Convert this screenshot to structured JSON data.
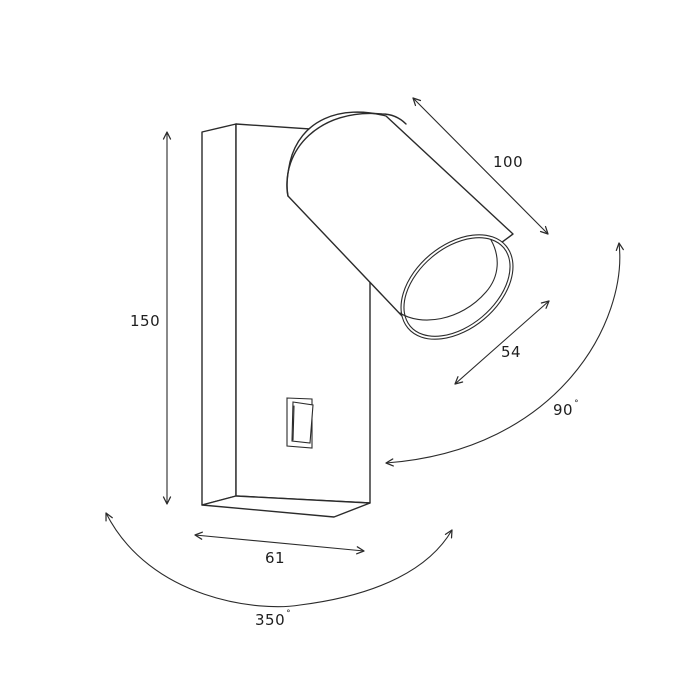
{
  "figure": {
    "subject": "wall spotlight with switch – dimension drawing",
    "units": "mm",
    "line_color": "#2b2b2b",
    "background": "#ffffff"
  },
  "dimensions": {
    "height": {
      "label": "150",
      "value": 150
    },
    "width": {
      "label": "61",
      "value": 61
    },
    "head_length": {
      "label": "100",
      "value": 100
    },
    "head_diameter": {
      "label": "54",
      "value": 54
    }
  },
  "rotations": {
    "tilt": {
      "label": "90",
      "unit_symbol": "°",
      "value": 90
    },
    "swivel": {
      "label": "350",
      "unit_symbol": "°",
      "value": 350
    }
  }
}
